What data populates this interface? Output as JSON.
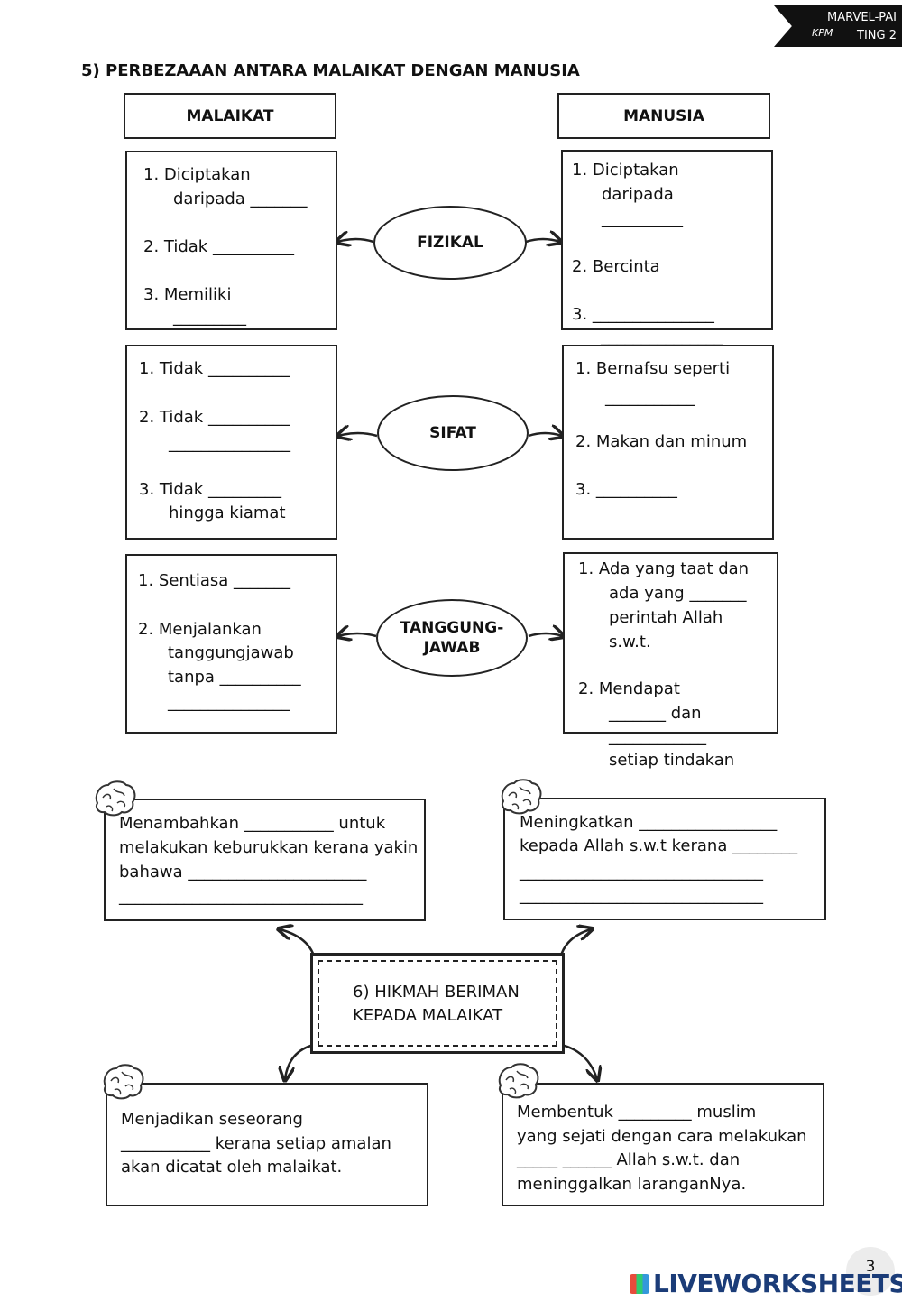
{
  "corner_tag": {
    "line1": "MARVEL-PAI",
    "line2": "TING 2",
    "mark": "KPM"
  },
  "section_title": "5) PERBEZAAAN ANTARA MALAIKAT DENGAN MANUSIA",
  "headers": {
    "left": "MALAIKAT",
    "right": "MANUSIA"
  },
  "fizikal": {
    "label": "FIZIKAL",
    "left": [
      "1.  Diciptakan",
      "daripada _______",
      "2.  Tidak __________",
      "3.  Memiliki",
      "_________"
    ],
    "right": [
      "1.  Diciptakan",
      "daripada",
      "__________",
      "2.  Bercinta",
      "3.  _______________",
      "_______________"
    ]
  },
  "sifat": {
    "label": "SIFAT",
    "left": [
      "1.  Tidak __________",
      "2.  Tidak __________",
      "_______________",
      "3.  Tidak _________",
      "hingga kiamat"
    ],
    "right": [
      "1.  Bernafsu seperti",
      "___________",
      "2.  Makan dan minum",
      "3.  __________"
    ]
  },
  "tanggungjawab": {
    "label_line1": "TANGGUNG-",
    "label_line2": "JAWAB",
    "left": [
      "1.  Sentiasa  _______",
      "2.  Menjalankan",
      "tanggungjawab",
      "tanpa __________",
      "_______________"
    ],
    "right": [
      "1.  Ada yang taat dan",
      "ada yang _______",
      "perintah Allah",
      "s.w.t.",
      "2.  Mendapat",
      "_______ dan",
      "____________",
      "setiap tindakan"
    ]
  },
  "hikmah": {
    "center_line1": "6) HIKMAH BERIMAN",
    "center_line2": "KEPADA MALAIKAT",
    "top_left": [
      "Menambahkan ___________ untuk",
      "melakukan keburukkan kerana yakin",
      "bahawa ______________________",
      "______________________________"
    ],
    "top_right": [
      "Meningkatkan _________________",
      "kepada Allah s.w.t kerana ________",
      "______________________________",
      "______________________________"
    ],
    "bottom_left": [
      "Menjadikan seseorang",
      "___________ kerana setiap amalan",
      "akan dicatat oleh malaikat."
    ],
    "bottom_right": [
      "Membentuk _________ muslim",
      "yang sejati dengan cara melakukan",
      "_____ ______ Allah s.w.t. dan",
      "meninggalkan laranganNya."
    ]
  },
  "page_number": "3",
  "footer_logo": "LIVEWORKSHEETS"
}
